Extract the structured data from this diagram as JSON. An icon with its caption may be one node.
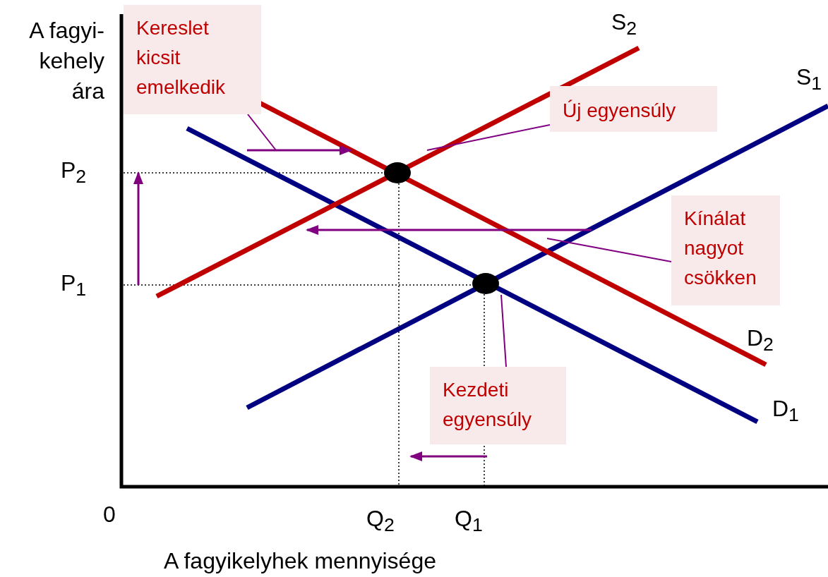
{
  "diagram": {
    "nodes": [
      {
        "text": [
          "Kereslet kicsit emelkedik"
        ]
      },
      {
        "text": [
          "Új egyensúly"
        ]
      },
      {
        "text": [
          "Kínálat nagyot csökken"
        ]
      },
      {
        "text": [
          "Kezdeti egyensúly"
        ]
      },
      {
        "text": [],
        "shape": "circle"
      },
      {
        "text": [],
        "shape": "circle"
      }
    ],
    "edges": [
      {
        "from": 0,
        "to": null,
        "arrow": "none"
      },
      {
        "from": 1,
        "to": null,
        "arrow": "none"
      },
      {
        "from": 2,
        "to": null,
        "arrow": "none"
      },
      {
        "from": 3,
        "to": 5,
        "arrow": "none"
      }
    ],
    "labels": [
      "A fagyi- kehely ára",
      "S$_{2}$",
      "S$_{1}$",
      "P$_{2}$",
      "P$_{1}$",
      "D$_{2}$",
      "D$_{1}$",
      "0",
      "Q$_{2}$",
      "Q$_{1}$",
      "A fagyikelyhek mennyisége"
    ]
  }
}
